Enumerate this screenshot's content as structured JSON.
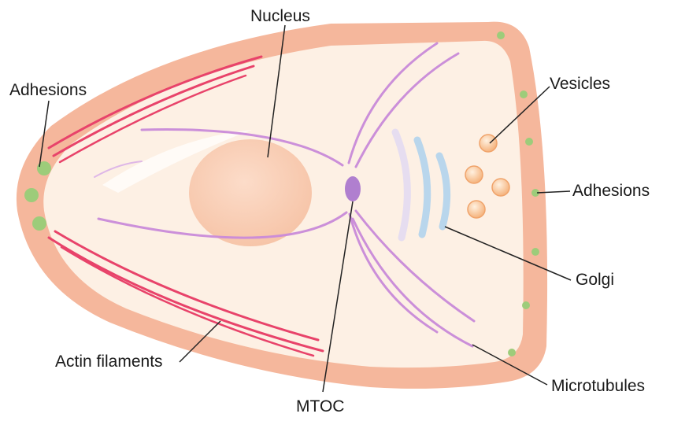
{
  "labels": {
    "nucleus": "Nucleus",
    "adhesions_left": "Adhesions",
    "vesicles": "Vesicles",
    "adhesions_right": "Adhesions",
    "golgi": "Golgi",
    "actin_filaments": "Actin filaments",
    "microtubules": "Microtubules",
    "mtoc": "MTOC"
  },
  "colors": {
    "cell_border": "#F5B79C",
    "cytoplasm": "#FDF0E4",
    "nucleus": "#FAD0B7",
    "actin": "#E8436A",
    "microtubule": "#C98AD9",
    "mtoc": "#B07FCF",
    "adhesion": "#9DCC7A",
    "golgi": "#B9D6EC",
    "vesicle": "#F7B983",
    "leader_line": "#222222"
  }
}
